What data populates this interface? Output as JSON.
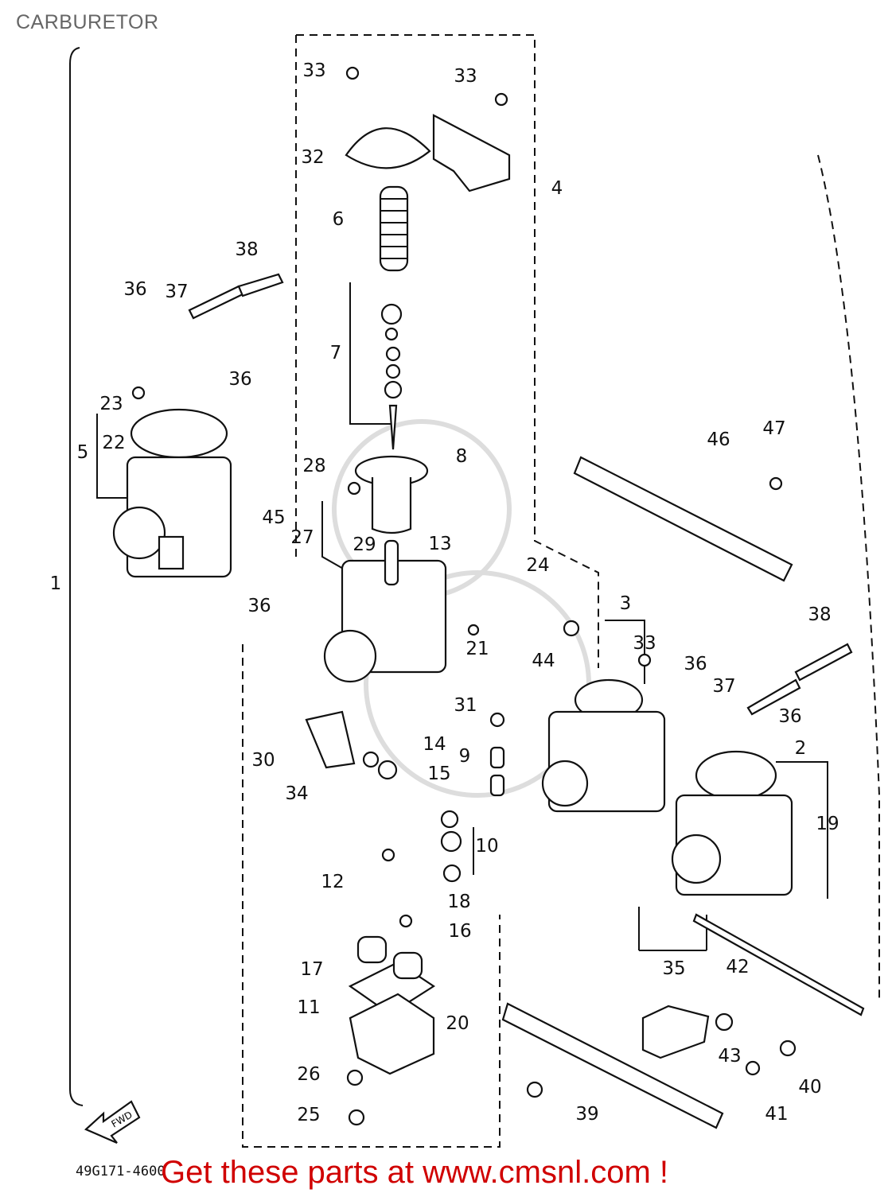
{
  "page_title": "CARBURETOR",
  "diagram": {
    "drawing_code": "49G171-4600",
    "fwd_label": "FWD",
    "callouts": [
      "33",
      "33",
      "32",
      "4",
      "6",
      "38",
      "36",
      "37",
      "7",
      "36",
      "23",
      "22",
      "5",
      "8",
      "28",
      "46",
      "47",
      "45",
      "27",
      "29",
      "13",
      "24",
      "36",
      "3",
      "38",
      "21",
      "33",
      "44",
      "36",
      "37",
      "31",
      "36",
      "30",
      "14",
      "9",
      "2",
      "15",
      "34",
      "19",
      "10",
      "12",
      "18",
      "16",
      "35",
      "42",
      "17",
      "11",
      "20",
      "43",
      "26",
      "40",
      "25",
      "39",
      "41",
      "1"
    ]
  },
  "promo": {
    "text": "Get these parts at www.cmsnl.com !",
    "color": "#d00000"
  }
}
